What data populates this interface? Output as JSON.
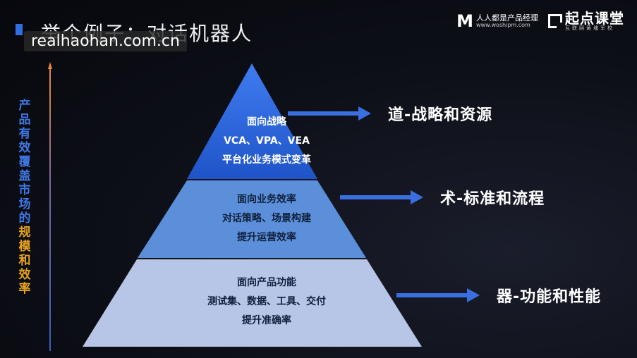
{
  "header": {
    "title": "举个例子：对话机器人",
    "watermark": "realhaohan.com.cn"
  },
  "logos": {
    "brand1_mark": "M",
    "brand1_name": "人人都是产品经理",
    "brand1_url": "www.woshipm.com",
    "brand2_name": "起点课堂",
    "brand2_sub": "互联网黄埔军校"
  },
  "side": {
    "text_blue": "产品有效覆盖市场的",
    "text_gold": "规模和效率"
  },
  "pyramid": {
    "top": {
      "line1": "面向战略",
      "line2": "VCA、VPA、VEA",
      "line3": "平台化业务模式变革",
      "color": "#2a62d8"
    },
    "mid": {
      "line1": "面向业务效率",
      "line2": "对话策略、场景构建",
      "line3": "提升运营效率",
      "color": "#5a8fd8"
    },
    "bot": {
      "line1": "面向产品功能",
      "line2": "测试集、数据、工具、交付",
      "line3": "提升准确率",
      "color": "#b9c6e6"
    }
  },
  "levels": [
    {
      "label": "道-战略和资源"
    },
    {
      "label": "术-标准和流程"
    },
    {
      "label": "器-功能和性能"
    }
  ]
}
